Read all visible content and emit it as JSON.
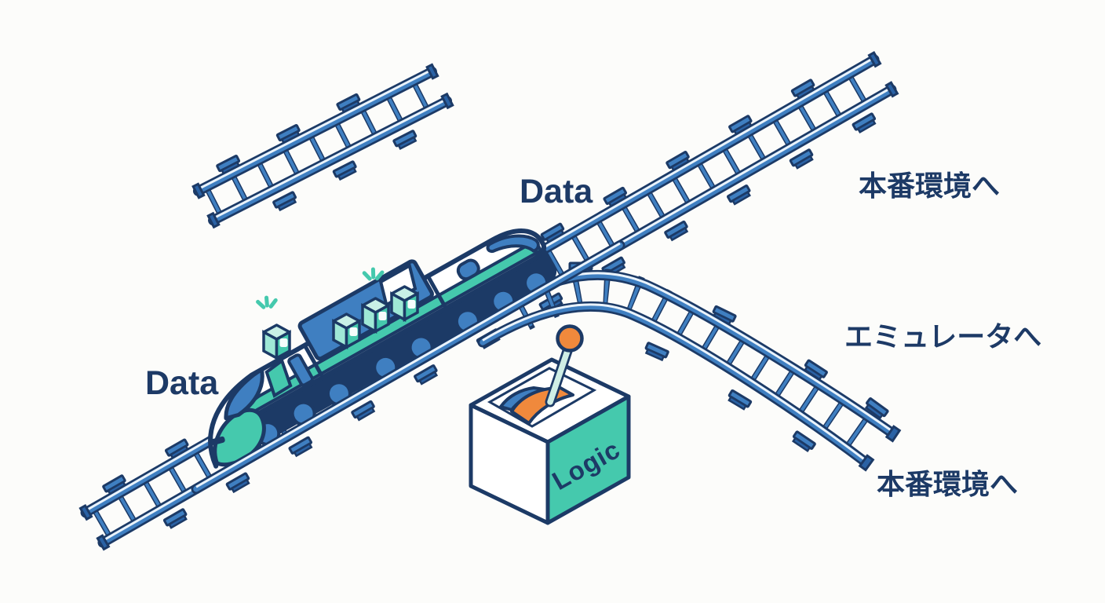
{
  "labels": {
    "data_rear": "Data",
    "data_front": "Data",
    "branch_top": "本番環境へ",
    "branch_middle": "エミュレータへ",
    "branch_bottom": "本番環境へ",
    "switch": "Logic"
  },
  "palette": {
    "navy": "#1c3a66",
    "blue": "#3f7fc1",
    "blue_dark": "#2a62a5",
    "blue_light": "#eaf3fb",
    "teal": "#45c9ad",
    "teal_light": "#9fe8d6",
    "teal_pale": "#c9f0e6",
    "orange": "#f0893c",
    "text_navy": "#1d3a66",
    "background": "#fcfcfa"
  }
}
